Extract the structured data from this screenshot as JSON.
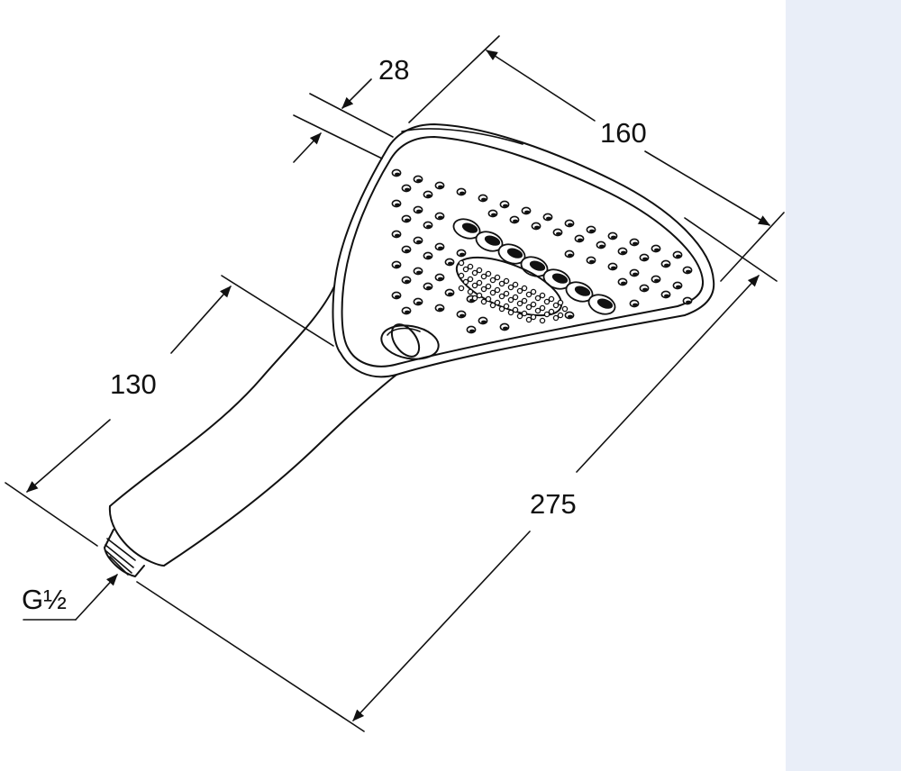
{
  "colors": {
    "line": "#111111",
    "background": "#ffffff",
    "side_panel": "#e9eef8"
  },
  "dimensions": {
    "depth": "28",
    "head_width": "160",
    "handle_length": "130",
    "overall_length": "275",
    "thread": "G½"
  }
}
